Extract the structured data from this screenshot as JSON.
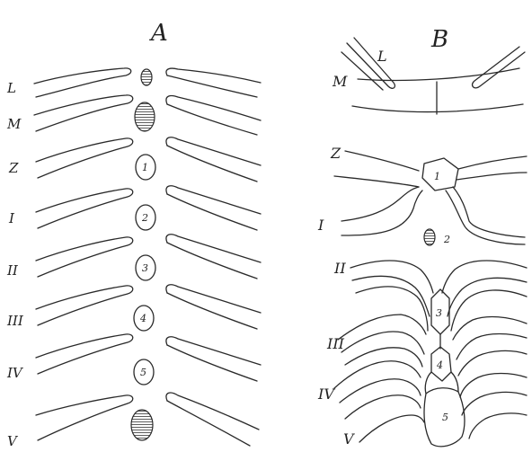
{
  "panels": {
    "a": {
      "title": "A"
    },
    "b": {
      "title": "B"
    }
  },
  "panel_a": {
    "rows": [
      {
        "label": "L",
        "vertebra": ""
      },
      {
        "label": "M",
        "vertebra": ""
      },
      {
        "label": "Z",
        "vertebra": "1"
      },
      {
        "label": "I",
        "vertebra": "2"
      },
      {
        "label": "II",
        "vertebra": "3"
      },
      {
        "label": "III",
        "vertebra": "4"
      },
      {
        "label": "IV",
        "vertebra": "5"
      },
      {
        "label": "V",
        "vertebra": ""
      }
    ]
  },
  "panel_b": {
    "labels": {
      "L": "L",
      "M": "M",
      "Z": "Z",
      "I": "I",
      "II": "II",
      "III": "III",
      "IV": "IV",
      "V": "V"
    },
    "numbers": {
      "n1": "1",
      "n2": "2",
      "n3": "3",
      "n4": "4",
      "n5": "5"
    }
  },
  "colors": {
    "ink": "#2a2a2a",
    "paper": "#ffffff"
  }
}
